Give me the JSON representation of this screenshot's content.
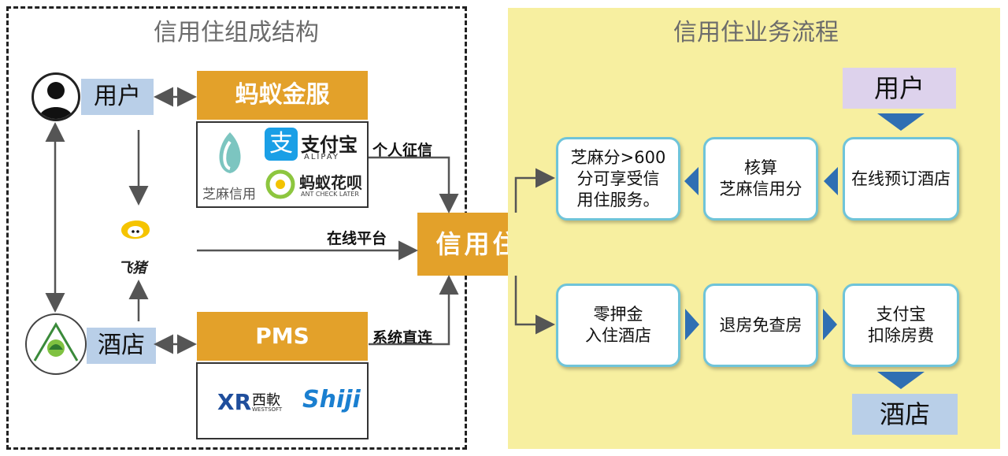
{
  "left_section": {
    "title": "信用住组成结构",
    "user_label": "用户",
    "hotel_label": "酒店",
    "ant_financial": "蚂蚁金服",
    "pms": "PMS",
    "credit_label": "个人征信",
    "online_platform_label": "在线平台",
    "system_label": "系统直连",
    "core": "信用住",
    "logos": {
      "zhima": "芝麻信用",
      "alipay": "支付宝",
      "alipay_en": "ALIPAY",
      "huabei": "蚂蚁花呗",
      "huabei_en": "ANT CHECK LATER",
      "fliggy": "飞猪",
      "westsoft_cn": "西軟",
      "westsoft_en": "WESTSOFT",
      "shiji": "Shiji"
    }
  },
  "right_section": {
    "title": "信用住业务流程",
    "user": "用户",
    "hotel": "酒店",
    "steps": {
      "book": "在线预订酒店",
      "calc": "核算\n芝麻信用分",
      "score": "芝麻分>600\n分可享受信\n用住服务。",
      "deposit": "零押金\n入住酒店",
      "checkout": "退房免查房",
      "deduct": "支付宝\n扣除房费"
    }
  },
  "colors": {
    "orange": "#e3a12a",
    "light_blue": "#b9cfe8",
    "yellow_bg": "#f7efa0",
    "flow_border": "#6fc4d9",
    "arrow_blue": "#2f6fb3",
    "purple": "#ddd2ec"
  }
}
